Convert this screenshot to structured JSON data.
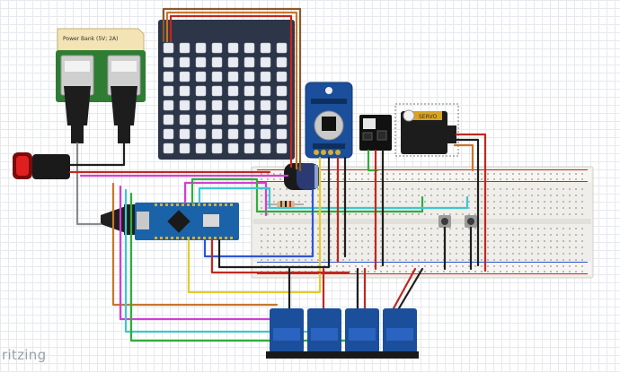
{
  "diagram": {
    "power_bank_label": "Power Bank (5V; 2A)",
    "servo_label": "SERVO",
    "watermark": "ritzing"
  },
  "colors": {
    "breadboard": "#efeeea",
    "nano_board": "#1b63a8",
    "matrix": "#2d3648",
    "module_blue": "#1b4f9c",
    "wire_red": "#c0281e",
    "wire_black": "#1f1f1f",
    "wire_green": "#2fae3a",
    "wire_blue": "#2e55d6",
    "wire_yellow": "#e2cc2a",
    "wire_orange": "#c8762a",
    "wire_magenta": "#d23fd2",
    "wire_cyan": "#3cc7cf",
    "wire_brown": "#8b5a2b",
    "wire_gray": "#8a8a8a"
  },
  "components": [
    "power-bank",
    "led-matrix-8x8",
    "rtc-module",
    "sensor-module",
    "servo-motor",
    "arduino-nano",
    "breadboard",
    "push-button-left",
    "push-button-right",
    "electrolytic-capacitor",
    "resistor",
    "barrel-jack",
    "rocker-switch",
    "potentiometer-module-1",
    "potentiometer-module-2",
    "potentiometer-module-3",
    "potentiometer-module-4"
  ]
}
